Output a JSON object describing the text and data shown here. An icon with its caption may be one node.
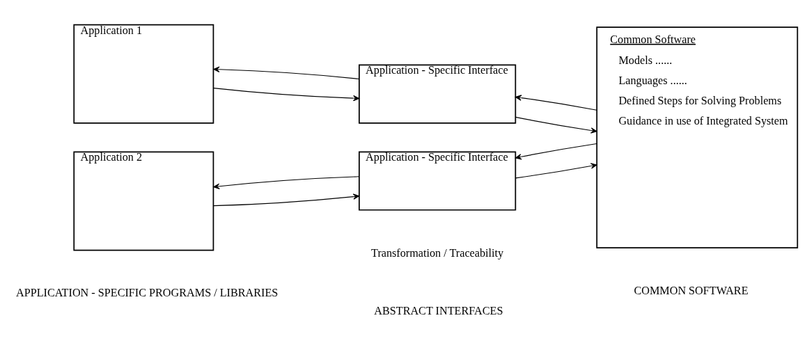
{
  "diagram": {
    "nodes": [
      {
        "text": [
          "Application 1"
        ]
      },
      {
        "text": [
          "Application - Specific Interface"
        ]
      },
      {
        "text": [
          "Common Software",
          "Models ......",
          "Languages ......",
          "Defined Steps for Solving Problems",
          "Guidance in use of Integrated System"
        ]
      },
      {
        "text": [
          "Application 2"
        ]
      },
      {
        "text": [
          "Application - Specific Interface"
        ],
        "beside": [
          "Transformation / Traceability"
        ]
      }
    ],
    "edges": [
      {
        "from": 0,
        "to": 1,
        "arrow": "to"
      },
      {
        "from": 1,
        "to": 0,
        "arrow": "to"
      },
      {
        "from": 1,
        "to": 2,
        "arrow": "to"
      },
      {
        "from": 2,
        "to": 1,
        "arrow": "to"
      },
      {
        "from": 3,
        "to": 4,
        "arrow": "to"
      },
      {
        "from": 4,
        "to": 3,
        "arrow": "to"
      },
      {
        "from": 4,
        "to": 2,
        "arrow": "to"
      },
      {
        "from": 2,
        "to": 4,
        "arrow": "to"
      }
    ],
    "labels": [
      "APPLICATION - SPECIFIC PROGRAMS / LIBRARIES",
      "ABSTRACT INTERFACES",
      "COMMON SOFTWARE"
    ]
  }
}
